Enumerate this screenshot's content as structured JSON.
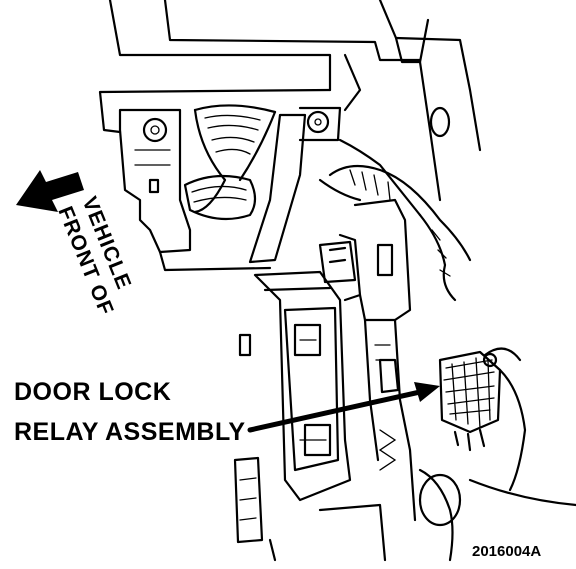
{
  "labels": {
    "front_of_vehicle_line1": "FRONT OF",
    "front_of_vehicle_line2": "VEHICLE",
    "callout_line1": "DOOR LOCK",
    "callout_line2": "RELAY ASSEMBLY",
    "figure_id": "2016004A"
  },
  "icons": {
    "direction_arrow": "arrow-up-left-icon"
  },
  "colors": {
    "ink": "#000000",
    "paper": "#ffffff"
  }
}
